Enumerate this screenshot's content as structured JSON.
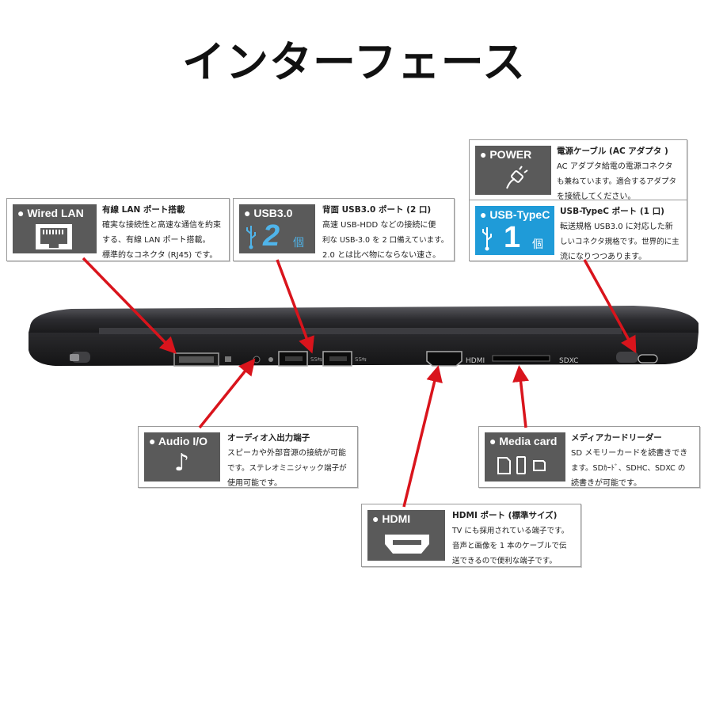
{
  "page": {
    "title": "インターフェース"
  },
  "laptop": {
    "hdmi_label": "HDMI",
    "sdxc_label": "SDXC",
    "usb_mark": "SS⇆"
  },
  "cards": {
    "lan": {
      "badge": "● Wired LAN",
      "icon": "ethernet-port-icon",
      "heading": "有線 LAN ポート搭載",
      "lines": [
        "確実な接続性と高速な通信を約束",
        "する、有線 LAN ポート搭載。",
        "標準的なコネクタ (RJ45) です。"
      ]
    },
    "usb3": {
      "badge": "● USB3.0",
      "icon": "usb-icon",
      "count": "2",
      "count_unit": "個",
      "heading": "背面 USB3.0 ポート (2 口)",
      "lines": [
        "高速 USB-HDD などの接続に便",
        "利な USB-3.0 を 2 口備えています。",
        "2.0 とは比べ物にならない速さ。"
      ]
    },
    "power": {
      "badge": "● POWER",
      "icon": "power-plug-icon",
      "heading": "電源ケーブル (AC アダプタ )",
      "lines": [
        "AC アダプタ給電の電源コネクタ",
        "も兼ねています。適合するアダプタ",
        "を接続してください。"
      ]
    },
    "typec": {
      "badge": "● USB-TypeC",
      "icon": "usb-icon",
      "count": "1",
      "count_unit": "個",
      "heading": "USB-TypeC ポート (1 口)",
      "lines": [
        "転送規格 USB3.0 に対応した新",
        "しいコネクタ規格です。世界的に主",
        "流になりつつあります。"
      ]
    },
    "audio": {
      "badge": "● Audio I/O",
      "icon": "music-note-icon",
      "glyph": "♪",
      "heading": "オーディオ入出力端子",
      "lines": [
        "スピーカや外部音源の接続が可能",
        "です。ステレオミニジャック端子が",
        "使用可能です。"
      ]
    },
    "media": {
      "badge": "● Media card",
      "icon": "memory-card-icon",
      "heading": "メディアカードリーダー",
      "lines": [
        "SD メモリーカードを読書きでき",
        "ます。SDｶｰﾄﾞ、SDHC、SDXC の",
        "読書きが可能です。"
      ]
    },
    "hdmi": {
      "badge": "● HDMI",
      "icon": "hdmi-port-icon",
      "heading": "HDMI ポート (標準サイズ)",
      "lines": [
        "TV にも採用されている端子です。",
        "音声と画像を 1 本のケーブルで伝",
        "送できるので便利な端子です。"
      ]
    }
  },
  "colors": {
    "badge_gray": "#5a5a5a",
    "badge_blue": "#1f9bd8",
    "arrow_red": "#d9141c"
  }
}
